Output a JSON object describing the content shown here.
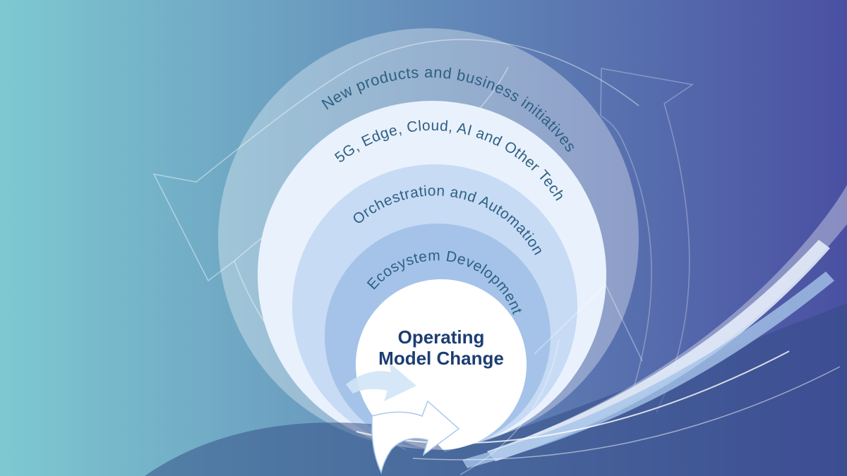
{
  "diagram": {
    "background": {
      "gradient_left": "#7ec9d1",
      "gradient_right": "#4a50a2"
    },
    "rings": [
      {
        "label": "New products and business initiatives",
        "fill": "rgba(255,255,255,0.33)"
      },
      {
        "label": "5G, Edge, Cloud, AI and Other Tech",
        "fill": "#e9f1fc"
      },
      {
        "label": "Orchestration and Automation",
        "fill": "#c7dbf5"
      },
      {
        "label": "Ecosystem Development",
        "fill": "#a5c3e8"
      }
    ],
    "ring_text_color": "#2f6084",
    "center": {
      "line1": "Operating",
      "line2": "Model Change",
      "fill": "#ffffff",
      "text_color": "#1d3d71"
    },
    "swoosh_color": "rgba(47,73,130,0.5)",
    "trail_colors": {
      "light": "rgba(255,255,255,0.35)",
      "white_band": "rgba(233,241,252,0.85)",
      "blue_band": "rgba(165,195,232,0.8)"
    },
    "outline_arrow_color": "rgba(255,255,255,0.42)",
    "outline_arrow_color_right": "rgba(255,255,255,0.28)",
    "soft_arrow_fill": "rgba(210,228,246,0.9)",
    "white_arrow_fill": "#ffffff",
    "white_arrow_stroke": "#a9c8ec"
  }
}
